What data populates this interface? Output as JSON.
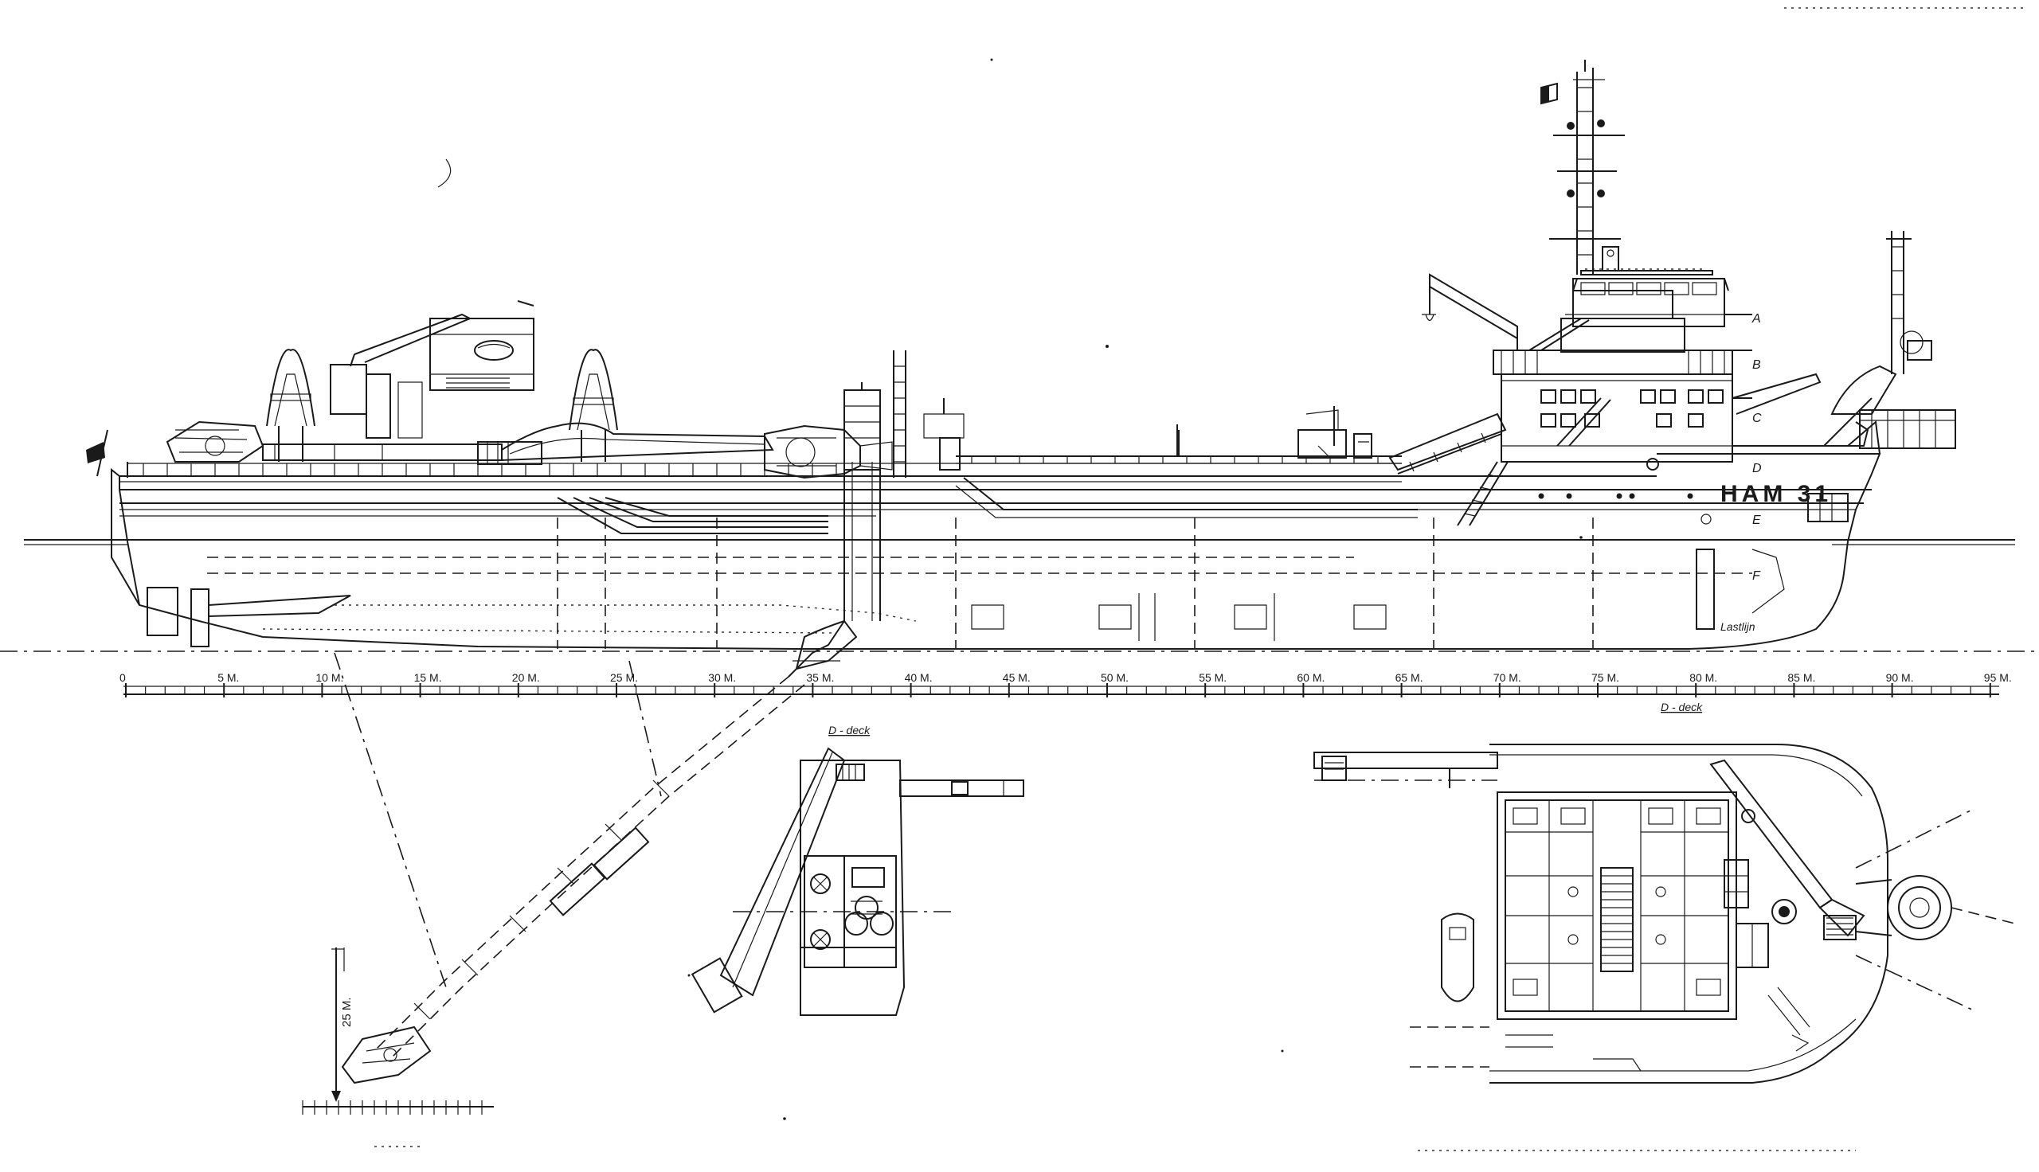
{
  "ship_name": "HAM 31",
  "deck_labels": [
    "A",
    "B",
    "C",
    "D",
    "E",
    "F"
  ],
  "scale": {
    "ticks": [
      "0",
      "5 M.",
      "10 M.",
      "15 M.",
      "20 M.",
      "25 M.",
      "30 M.",
      "35 M.",
      "40 M.",
      "45 M.",
      "50 M.",
      "55 M.",
      "60 M.",
      "65 M.",
      "70 M.",
      "75 M.",
      "80 M.",
      "85 M.",
      "90 M.",
      "95 M."
    ]
  },
  "depth_label": "25 M.",
  "waterline_label": "Lastlijn",
  "detail_views": {
    "suction_pipe_plan": "D - deck",
    "accommodation_plan": "D - deck"
  }
}
